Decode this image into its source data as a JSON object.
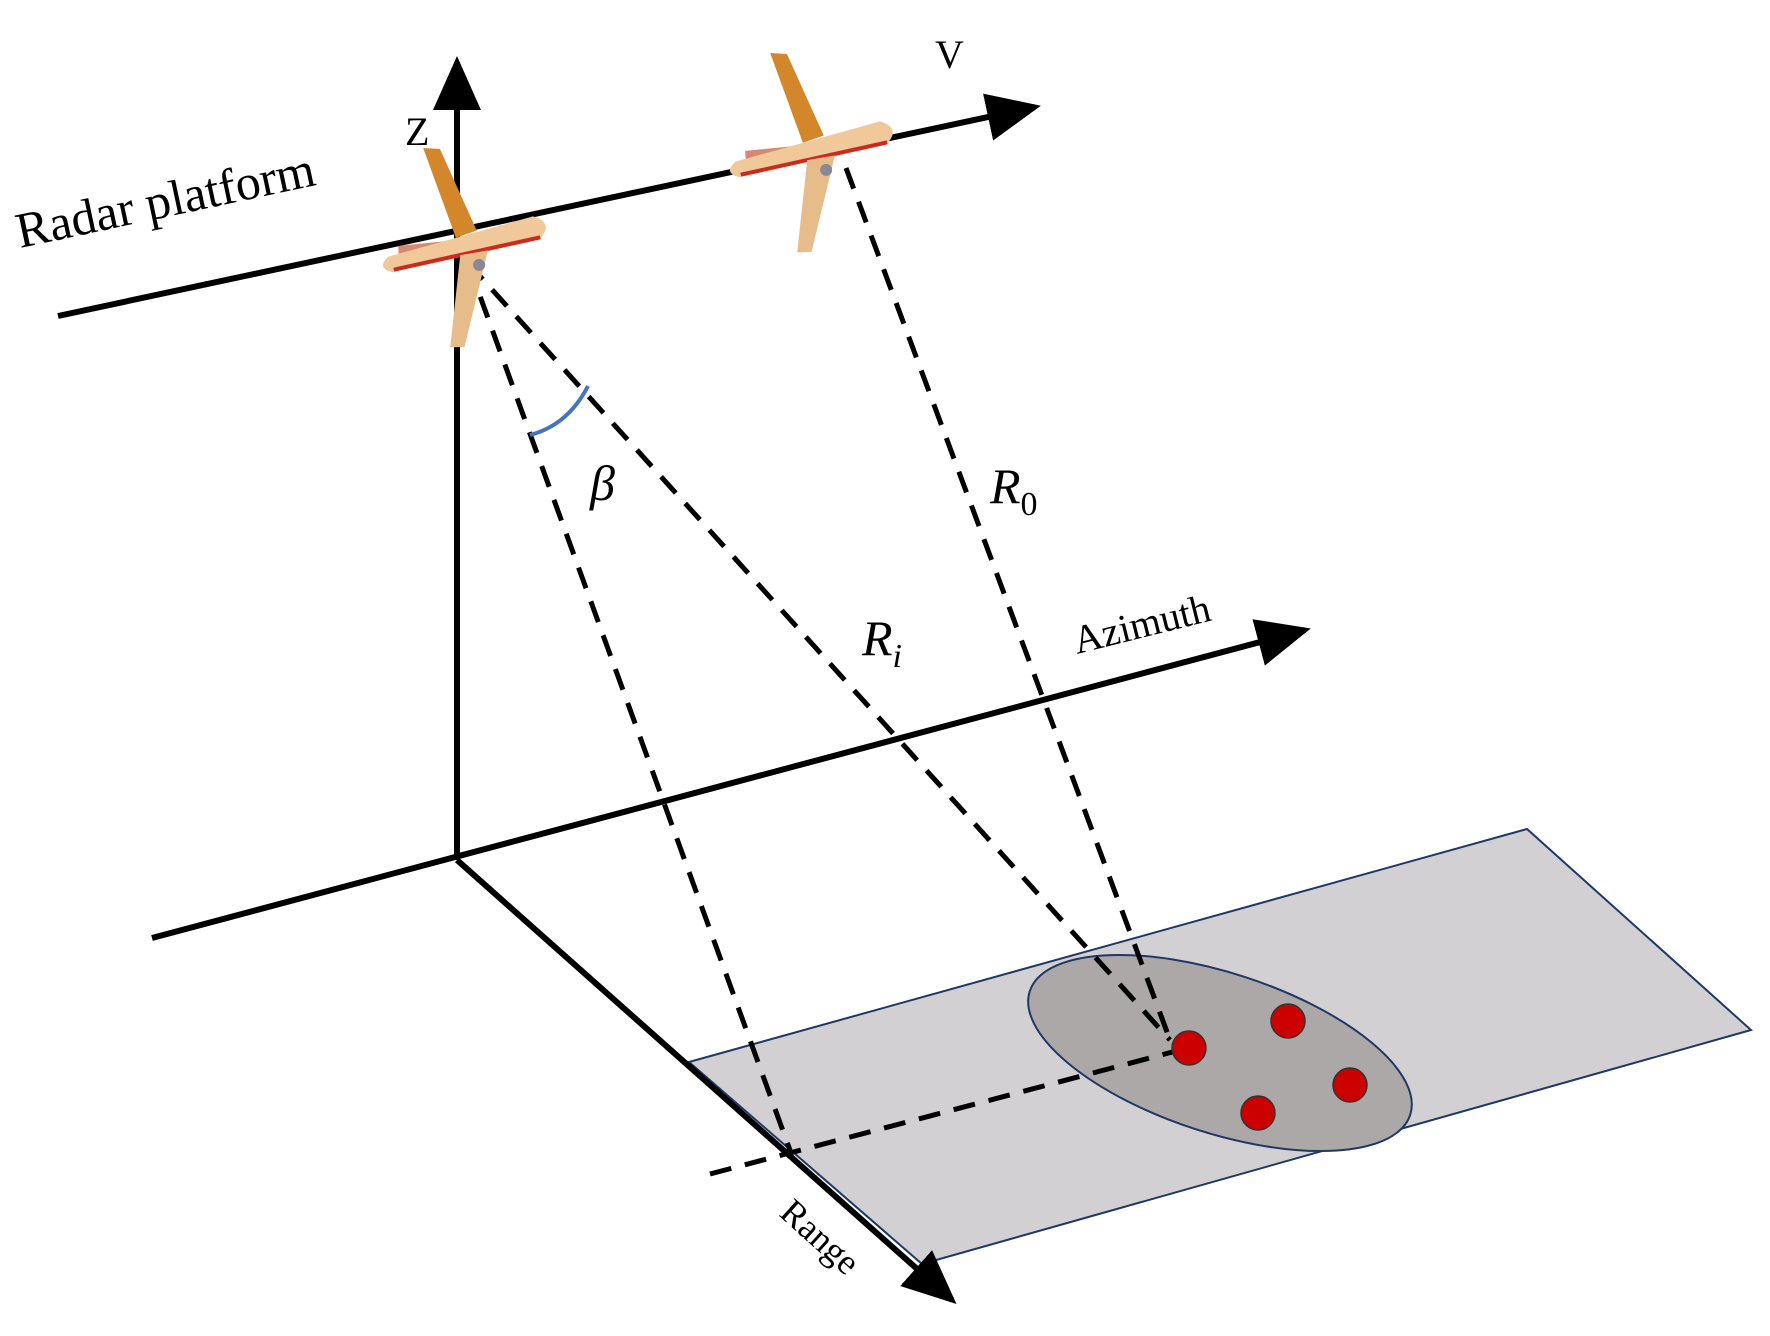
{
  "labels": {
    "radar_platform": "Radar platform",
    "z_axis": "Z",
    "velocity": "V",
    "azimuth": "Azimuth",
    "range": "Range",
    "beta": "β",
    "r0_main": "R",
    "r0_sub": "0",
    "ri_main": "R",
    "ri_sub": "i"
  },
  "colors": {
    "axis": "#000000",
    "dashed_line": "#000000",
    "ground_fill": "#d3d0d3",
    "ground_outline": "#1f3864",
    "footprint_fill": "#aca8a8",
    "footprint_outline": "#1f3864",
    "target": "#cc0000",
    "angle_arc": "#4472c4",
    "plane_body": "#f0c89a",
    "plane_tail": "#d4862a",
    "plane_stripe": "#cc2a1e"
  },
  "icons": {
    "platform": "airplane-icon"
  },
  "targets": [
    {
      "name": "target-1"
    },
    {
      "name": "target-2"
    },
    {
      "name": "target-3"
    },
    {
      "name": "target-4"
    }
  ]
}
